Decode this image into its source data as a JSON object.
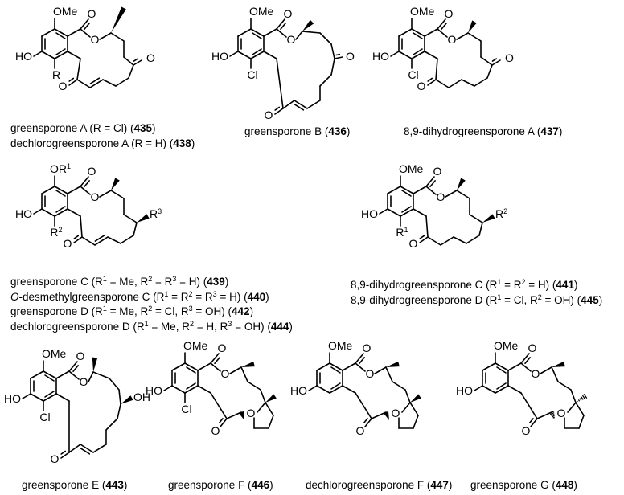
{
  "compounds": [
    {
      "name": "greensporone A (R = Cl) (",
      "num": "435",
      "end": ")"
    },
    {
      "name": "dechlorogreensporone A (R = H) (",
      "num": "438",
      "end": ")"
    },
    {
      "name": "greensporone B (",
      "num": "436",
      "end": ")"
    },
    {
      "name": "8,9-dihydrogreensporone A (",
      "num": "437",
      "end": ")"
    },
    {
      "name": "greensporone C (R",
      "s1": "1",
      "m1": " = Me, R",
      "s2": "2",
      "m2": " = R",
      "s3": "3",
      "m3": " = H) (",
      "num": "439",
      "end": ")"
    },
    {
      "pre": "O",
      "name": "-desmethylgreensporone C (R",
      "s1": "1",
      "m1": " = R",
      "s2": "2",
      "m2": " = R",
      "s3": "3",
      "m3": " = H) (",
      "num": "440",
      "end": ")"
    },
    {
      "name": "greensporone D (R",
      "s1": "1",
      "m1": " = Me, R",
      "s2": "2",
      "m2": " = Cl, R",
      "s3": "3",
      "m3": " = OH) (",
      "num": "442",
      "end": ")"
    },
    {
      "name": "dechlorogreensporone D (R",
      "s1": "1",
      "m1": " = Me, R",
      "s2": "2",
      "m2": " = H, R",
      "s3": "3",
      "m3": " = OH) (",
      "num": "444",
      "end": ")"
    },
    {
      "name": "8,9-dihydrogreensporone C (R",
      "s1": "1",
      "m1": " = R",
      "s2": "2",
      "m2": " = H) (",
      "num": "441",
      "end": ")"
    },
    {
      "name": "8,9-dihydrogreensporone D (R",
      "s1": "1",
      "m1": " = Cl, R",
      "s2": "2",
      "m2": " = OH) (",
      "num": "445",
      "end": ")"
    },
    {
      "name": "greensporone E (",
      "num": "443",
      "end": ")"
    },
    {
      "name": "greensporone F (",
      "num": "446",
      "end": ")"
    },
    {
      "name": "dechlorogreensporone F (",
      "num": "447",
      "end": ")"
    },
    {
      "name": "greensporone G (",
      "num": "448",
      "end": ")"
    }
  ],
  "atoms": {
    "ome": "OMe",
    "o": "O",
    "ho": "HO",
    "r": "R",
    "cl": "Cl",
    "or": "OR",
    "oh": "OH",
    "one": "1",
    "two": "2",
    "three": "3"
  }
}
